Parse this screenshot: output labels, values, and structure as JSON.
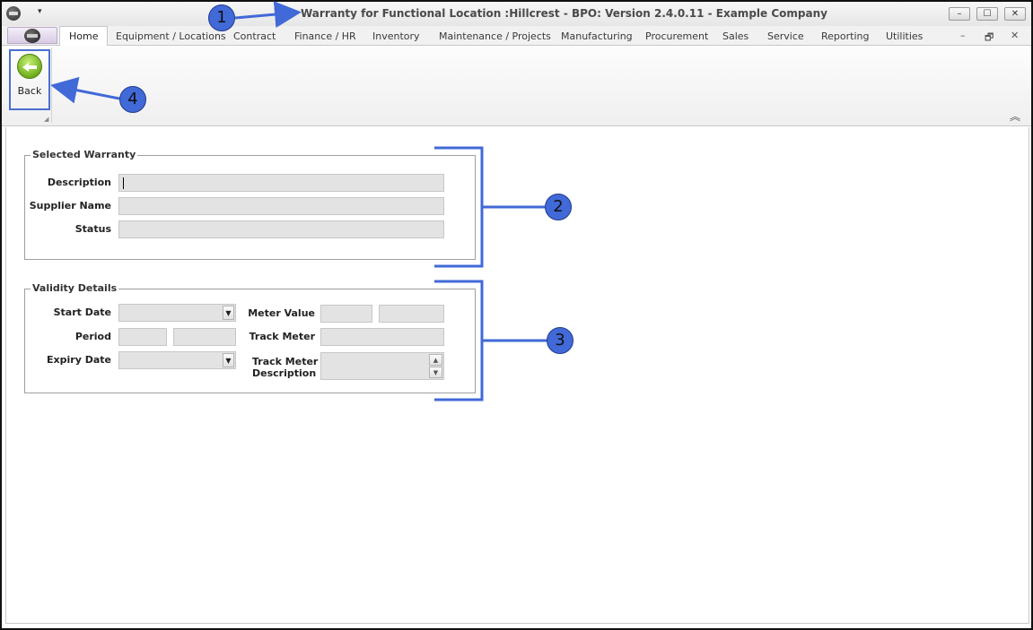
{
  "window": {
    "title": "Warranty for Functional Location :Hillcrest - BPO: Version 2.4.0.11 - Example Company",
    "minimize": "–",
    "maximize": "☐",
    "close": "✕",
    "qat_dropdown": "▾"
  },
  "tabs": [
    {
      "label": "Home",
      "active": true
    },
    {
      "label": "Equipment / Locations"
    },
    {
      "label": "Contract"
    },
    {
      "label": "Finance / HR"
    },
    {
      "label": "Inventory"
    },
    {
      "label": "Maintenance / Projects"
    },
    {
      "label": "Manufacturing"
    },
    {
      "label": "Procurement"
    },
    {
      "label": "Sales"
    },
    {
      "label": "Service"
    },
    {
      "label": "Reporting"
    },
    {
      "label": "Utilities"
    }
  ],
  "mdi": {
    "minimize": "–",
    "restore": "🗗",
    "close": "✕"
  },
  "ribbon": {
    "back_label": "Back",
    "collapse_icon": "︽",
    "launcher_icon": "◢"
  },
  "selected_warranty": {
    "legend": "Selected Warranty",
    "description_label": "Description",
    "supplier_label": "Supplier Name",
    "status_label": "Status",
    "description_value": "",
    "supplier_value": "",
    "status_value": ""
  },
  "validity_details": {
    "legend": "Validity Details",
    "start_date_label": "Start Date",
    "period_label": "Period",
    "expiry_date_label": "Expiry Date",
    "meter_value_label": "Meter Value",
    "track_meter_label": "Track Meter",
    "track_meter_desc_label_1": "Track Meter",
    "track_meter_desc_label_2": "Description",
    "dropdown_arrow": "▼",
    "spin_up": "▲",
    "spin_down": "▼"
  },
  "annotations": {
    "m1": "1",
    "m2": "2",
    "m3": "3",
    "m4": "4",
    "color": "#4169d8"
  }
}
